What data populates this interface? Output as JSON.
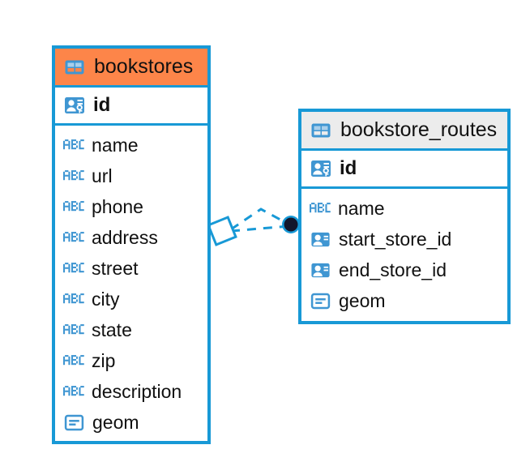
{
  "diagram": {
    "title": "database-er-diagram",
    "colors": {
      "border_blue": "#1899d6",
      "header_orange": "#fd8549",
      "header_gray": "#ececec",
      "icon_blue": "#3f96d2",
      "relation_dot": "#12162b",
      "background": "#ffffff"
    },
    "entities": [
      {
        "name": "bookstores",
        "header_style": "accent-orange",
        "table_icon": "table-icon",
        "primary_key": {
          "label": "id",
          "icon": "primary-key-icon"
        },
        "fields": [
          {
            "label": "name",
            "icon": "abc-icon",
            "icon_text": "ABC"
          },
          {
            "label": "url",
            "icon": "abc-icon",
            "icon_text": "ABC"
          },
          {
            "label": "phone",
            "icon": "abc-icon",
            "icon_text": "ABC"
          },
          {
            "label": "address",
            "icon": "abc-icon",
            "icon_text": "ABC"
          },
          {
            "label": "street",
            "icon": "abc-icon",
            "icon_text": "ABC"
          },
          {
            "label": "city",
            "icon": "abc-icon",
            "icon_text": "ABC"
          },
          {
            "label": "state",
            "icon": "abc-icon",
            "icon_text": "ABC"
          },
          {
            "label": "zip",
            "icon": "abc-icon",
            "icon_text": "ABC"
          },
          {
            "label": "description",
            "icon": "abc-icon",
            "icon_text": "ABC"
          },
          {
            "label": "geom",
            "icon": "geometry-icon"
          }
        ]
      },
      {
        "name": "bookstore_routes",
        "header_style": "accent-gray",
        "table_icon": "table-icon",
        "primary_key": {
          "label": "id",
          "icon": "primary-key-icon"
        },
        "fields": [
          {
            "label": "name",
            "icon": "abc-icon",
            "icon_text": "ABC"
          },
          {
            "label": "start_store_id",
            "icon": "foreign-key-icon"
          },
          {
            "label": "end_store_id",
            "icon": "foreign-key-icon"
          },
          {
            "label": "geom",
            "icon": "geometry-icon"
          }
        ]
      }
    ],
    "relationships": [
      {
        "from": "bookstores",
        "to": "bookstore_routes.start_store_id",
        "style": "dashed"
      },
      {
        "from": "bookstores",
        "to": "bookstore_routes.end_store_id",
        "style": "dashed"
      }
    ]
  }
}
